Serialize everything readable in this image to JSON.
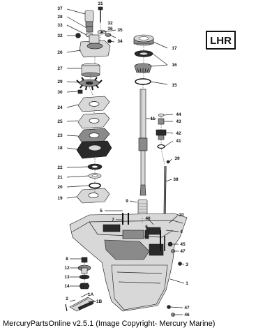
{
  "badge": {
    "text": "LHR"
  },
  "footer": {
    "text": "MercuryPartsOnline v2.5.1 (Image Copyright- Mercury Marine)"
  },
  "callouts": [
    {
      "key": "c37",
      "label": "37"
    },
    {
      "key": "c31",
      "label": "31"
    },
    {
      "key": "c28",
      "label": "28"
    },
    {
      "key": "c32a",
      "label": "32"
    },
    {
      "key": "c33",
      "label": "33"
    },
    {
      "key": "c36",
      "label": "36"
    },
    {
      "key": "c35",
      "label": "35"
    },
    {
      "key": "c32b",
      "label": "32"
    },
    {
      "key": "c34",
      "label": "34"
    },
    {
      "key": "c26",
      "label": "26"
    },
    {
      "key": "c17",
      "label": "17"
    },
    {
      "key": "c16",
      "label": "16"
    },
    {
      "key": "c27",
      "label": "27"
    },
    {
      "key": "c29",
      "label": "29"
    },
    {
      "key": "c15",
      "label": "15"
    },
    {
      "key": "c30",
      "label": "30"
    },
    {
      "key": "c24",
      "label": "24"
    },
    {
      "key": "c25",
      "label": "25"
    },
    {
      "key": "c11",
      "label": "11"
    },
    {
      "key": "c44",
      "label": "44"
    },
    {
      "key": "c43",
      "label": "43"
    },
    {
      "key": "c42",
      "label": "42"
    },
    {
      "key": "c41",
      "label": "41"
    },
    {
      "key": "c23",
      "label": "23"
    },
    {
      "key": "c18",
      "label": "18"
    },
    {
      "key": "c39",
      "label": "39"
    },
    {
      "key": "c22",
      "label": "22"
    },
    {
      "key": "c21",
      "label": "21"
    },
    {
      "key": "c38",
      "label": "38"
    },
    {
      "key": "c20",
      "label": "20"
    },
    {
      "key": "c19",
      "label": "19"
    },
    {
      "key": "c9",
      "label": "9"
    },
    {
      "key": "c5",
      "label": "5"
    },
    {
      "key": "c10",
      "label": "10"
    },
    {
      "key": "c7",
      "label": "7"
    },
    {
      "key": "c40",
      "label": "40"
    },
    {
      "key": "c6",
      "label": "6"
    },
    {
      "key": "c4",
      "label": "4"
    },
    {
      "key": "c45",
      "label": "45"
    },
    {
      "key": "c47a",
      "label": "47"
    },
    {
      "key": "c8",
      "label": "8"
    },
    {
      "key": "c3",
      "label": "3"
    },
    {
      "key": "c12",
      "label": "12"
    },
    {
      "key": "c1",
      "label": "1"
    },
    {
      "key": "c13",
      "label": "13"
    },
    {
      "key": "c14",
      "label": "14"
    },
    {
      "key": "c1A",
      "label": "1A"
    },
    {
      "key": "c2",
      "label": "2"
    },
    {
      "key": "c1B",
      "label": "1B"
    },
    {
      "key": "c47b",
      "label": "47"
    },
    {
      "key": "c46",
      "label": "46"
    }
  ]
}
